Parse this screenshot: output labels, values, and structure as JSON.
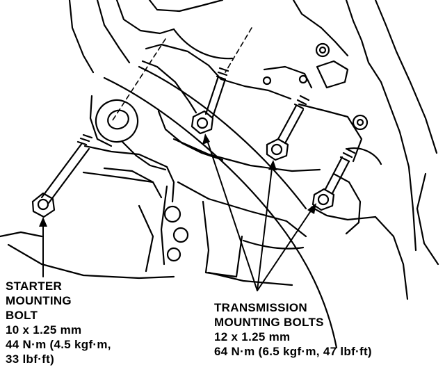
{
  "diagram": {
    "callouts": {
      "starter": {
        "lines": [
          "STARTER",
          "MOUNTING",
          "BOLT",
          "10 x 1.25 mm",
          "44 N·m (4.5 kgf·m,",
          "33 lbf·ft)"
        ]
      },
      "transmission": {
        "lines": [
          "TRANSMISSION",
          "MOUNTING BOLTS",
          "12 x 1.25 mm",
          "64 N·m (6.5 kgf·m, 47 lbf·ft)"
        ]
      }
    },
    "colors": {
      "ink": "#000000",
      "paper": "#ffffff"
    }
  }
}
